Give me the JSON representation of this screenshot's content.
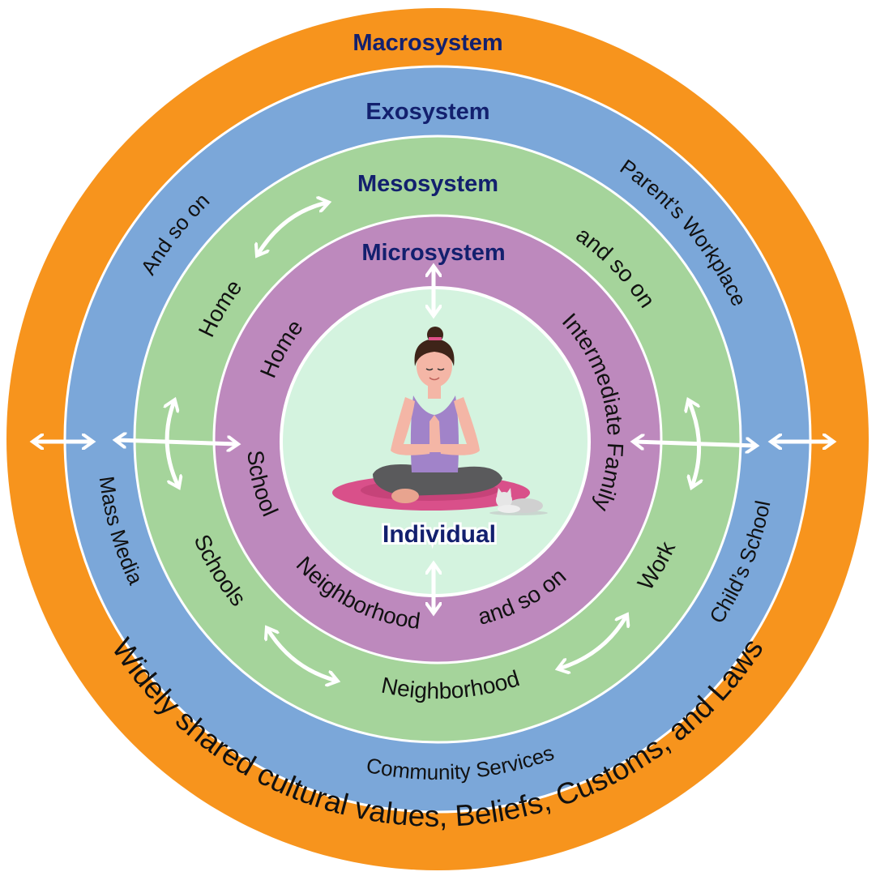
{
  "colors": {
    "macrosystem": "#f7941d",
    "exosystem": "#7ba7d9",
    "mesosystem": "#a5d49b",
    "microsystem": "#bd89bd",
    "individual": "#d4f3df",
    "title_text": "#13206e"
  },
  "macrosystem": {
    "title": "Macrosystem",
    "text": "Widely shared cultural values, Beliefs, Customs, and Laws"
  },
  "exosystem": {
    "title": "Exosystem",
    "labels": {
      "upper_left": "And so on",
      "upper_right": "Parent’s Workplace",
      "left": "Mass Media",
      "right": "Child’s School",
      "bottom": "Community Services"
    }
  },
  "mesosystem": {
    "title": "Mesosystem",
    "labels": {
      "upper_left": "Home",
      "upper_right": "and so on",
      "lower_left": "Schools",
      "lower_right": "Work",
      "bottom": "Neighborhood"
    }
  },
  "microsystem": {
    "title": "Microsystem",
    "labels": {
      "upper_left": "Home",
      "right": "Intermediate Family",
      "left": "School",
      "lower_left": "Neighborhood",
      "lower_right": "and so on"
    }
  },
  "individual": {
    "label": "Individual",
    "illustration": "meditating-woman-with-cat"
  },
  "icons": [
    "double-arrow",
    "curved-double-arrow"
  ]
}
